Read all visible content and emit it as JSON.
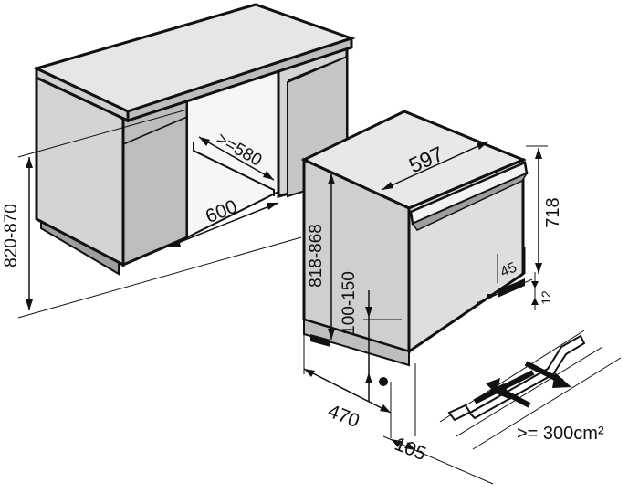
{
  "colors": {
    "stroke": "#111111",
    "cabinet_front": "#d4d4d4",
    "cabinet_side": "#bdbdbd",
    "cabinet_top": "#e6e6e6",
    "appliance_top": "#e8e8e8",
    "appliance_front": "#dedede",
    "appliance_side": "#cfcfcf",
    "background": "#ffffff"
  },
  "dimensions": {
    "cabinet_height": "820-870",
    "niche_depth_min": ">=580",
    "niche_width": "600",
    "appliance_width": "597",
    "appliance_height_adjustable": "818-868",
    "appliance_body_height": "718",
    "plinth_height": "100-150",
    "handle_gap": "45",
    "foot_offset": "12",
    "appliance_depth": "470",
    "plinth_setback": "105",
    "ventilation_area": ">= 300cm²"
  }
}
